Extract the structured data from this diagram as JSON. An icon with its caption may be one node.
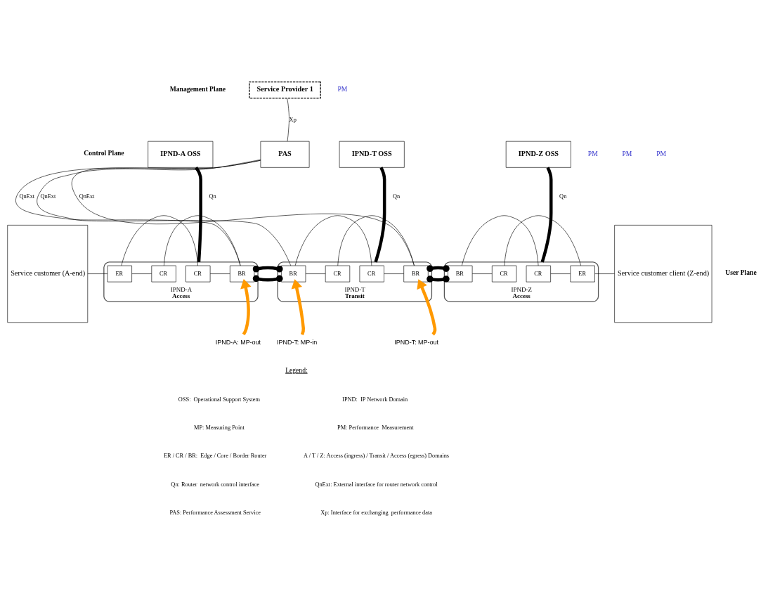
{
  "diagram": {
    "nodes": [
      {
        "text": [
          "Service Provider 1"
        ]
      },
      {
        "text": [
          "IPND-A OSS"
        ]
      },
      {
        "text": [
          "IPND-T OSS"
        ]
      },
      {
        "text": [
          "IPND-Z OSS"
        ]
      },
      {
        "text": [
          "PAS"
        ]
      },
      {
        "text": [
          "Service customer (A-end)"
        ]
      },
      {
        "text": [
          "Service customer client (Z-end)"
        ]
      },
      {
        "text": [
          "IPND-A"
        ],
        "beside": [
          "Access"
        ]
      },
      {
        "text": [
          "ER"
        ],
        "in": 7
      },
      {
        "text": [
          "CR"
        ],
        "in": 7
      },
      {
        "text": [
          "CR"
        ],
        "in": 7
      },
      {
        "text": [
          "BR"
        ],
        "in": 7
      },
      {
        "text": [
          "IPND-T"
        ],
        "beside": [
          "Transit"
        ]
      },
      {
        "text": [
          "BR"
        ],
        "in": 12
      },
      {
        "text": [
          "CR"
        ],
        "in": 12
      },
      {
        "text": [
          "CR"
        ],
        "in": 12
      },
      {
        "text": [
          "BR"
        ],
        "in": 12
      },
      {
        "text": [
          "IPND-Z"
        ],
        "beside": [
          "Access"
        ]
      },
      {
        "text": [
          "BR"
        ],
        "in": 17
      },
      {
        "text": [
          "CR"
        ],
        "in": 17
      },
      {
        "text": [
          "CR"
        ],
        "in": 17
      },
      {
        "text": [
          "ER"
        ],
        "in": 17
      },
      {
        "text": [
          "IPND-A: MP-out"
        ]
      },
      {
        "text": [
          "IPND-T: MP-in"
        ]
      },
      {
        "text": [
          "IPND-T: MP-out"
        ]
      }
    ],
    "edges": [
      {
        "from": 0,
        "to": 4,
        "arrow": "none",
        "label": "Xp"
      },
      {
        "from": 1,
        "to": 7,
        "arrow": "none",
        "label": "Qn",
        "style": "thick"
      },
      {
        "from": 2,
        "to": 12,
        "arrow": "none",
        "label": "Qn",
        "style": "thick"
      },
      {
        "from": 3,
        "to": 17,
        "arrow": "none",
        "label": "Qn",
        "style": "thick"
      },
      {
        "from": 4,
        "to": 11,
        "arrow": "none",
        "label": "QnExt"
      },
      {
        "from": 4,
        "to": 13,
        "arrow": "none",
        "label": "QnExt"
      },
      {
        "from": 4,
        "to": 16,
        "arrow": "none",
        "label": "QnExt"
      },
      {
        "from": 5,
        "to": 8,
        "arrow": "none"
      },
      {
        "from": 8,
        "to": 9,
        "arrow": "none"
      },
      {
        "from": 8,
        "to": 10,
        "arrow": "none"
      },
      {
        "from": 9,
        "to": 11,
        "arrow": "none"
      },
      {
        "from": 10,
        "to": 11,
        "arrow": "none"
      },
      {
        "from": 11,
        "to": 13,
        "arrow": "other",
        "style": "thick"
      },
      {
        "from": 13,
        "to": 14,
        "arrow": "none"
      },
      {
        "from": 13,
        "to": 15,
        "arrow": "none"
      },
      {
        "from": 14,
        "to": 16,
        "arrow": "none"
      },
      {
        "from": 15,
        "to": 16,
        "arrow": "none"
      },
      {
        "from": 16,
        "to": 18,
        "arrow": "other",
        "style": "thick"
      },
      {
        "from": 18,
        "to": 19,
        "arrow": "none"
      },
      {
        "from": 18,
        "to": 20,
        "arrow": "none"
      },
      {
        "from": 19,
        "to": 21,
        "arrow": "none"
      },
      {
        "from": 20,
        "to": 21,
        "arrow": "none"
      },
      {
        "from": 21,
        "to": 6,
        "arrow": "none"
      },
      {
        "from": 22,
        "to": 11,
        "arrow": "to",
        "style": "thick",
        "color": "#ff9900"
      },
      {
        "from": 23,
        "to": 13,
        "arrow": "to",
        "style": "thick",
        "color": "#ff9900"
      },
      {
        "from": 24,
        "to": 16,
        "arrow": "to",
        "style": "thick",
        "color": "#ff9900"
      }
    ],
    "labels": [
      "Management Plane",
      "Control Plane",
      "User Plane",
      "PM",
      "PM",
      "PM",
      "PM",
      "Legend:"
    ],
    "legend": [
      {
        "text": "OSS:  Operational Support System"
      },
      {
        "text": "IPND:  IP Network Domain"
      },
      {
        "text": "MP: Measuring Point"
      },
      {
        "text": "PM: Performance  Measurement"
      },
      {
        "text": "ER / CR / BR:  Edge / Core / Border Router"
      },
      {
        "text": "A / T / Z: Access (ingress) / Transit / Access (egress) Domains"
      },
      {
        "text": "Qn: Router  network control interface"
      },
      {
        "text": "QnExt: External interface for router network control"
      },
      {
        "text": "PAS: Performance Assessment Service"
      },
      {
        "text": "Xp: Interface for exchanging  performance data"
      }
    ]
  }
}
